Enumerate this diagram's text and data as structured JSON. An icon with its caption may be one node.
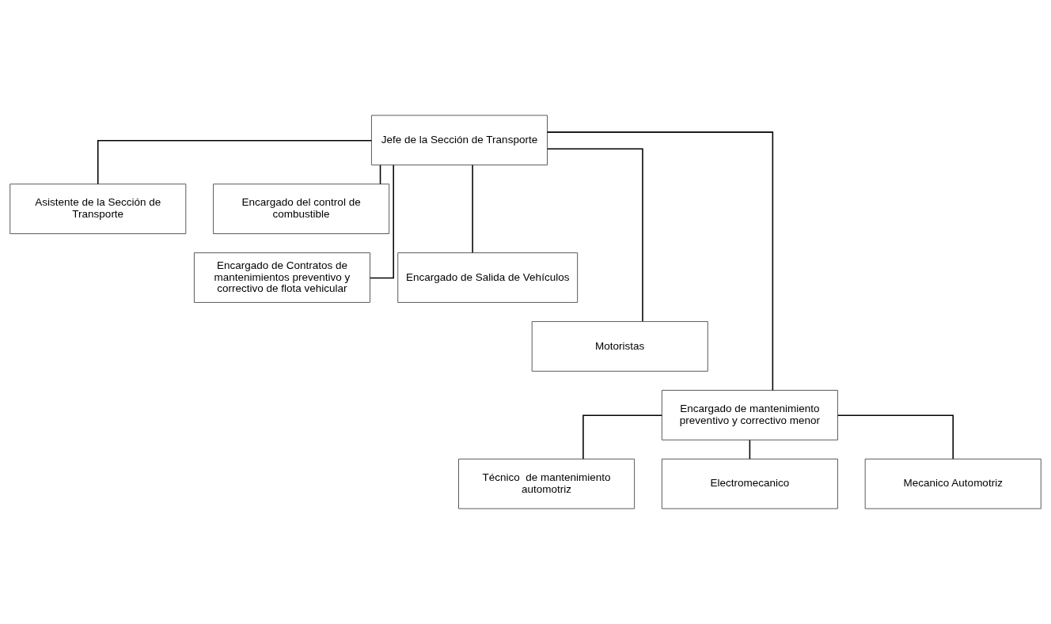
{
  "diagram": {
    "nodes": [
      {
        "text": [
          "Jefe de la Sección de Transporte"
        ]
      },
      {
        "text": [
          "Asistente de la Sección de Transporte"
        ]
      },
      {
        "text": [
          "Encargado del control de combustible"
        ]
      },
      {
        "text": [
          "Encargado de Contratos de mantenimientos preventivo y correctivo de flota vehicular"
        ]
      },
      {
        "text": [
          "Encargado de Salida de Vehículos"
        ]
      },
      {
        "text": [
          "Motoristas"
        ]
      },
      {
        "text": [
          "Encargado de mantenimiento preventivo y correctivo menor"
        ]
      },
      {
        "text": [
          "Técnico  de mantenimiento automotriz"
        ]
      },
      {
        "text": [
          "Electromecanico"
        ]
      },
      {
        "text": [
          "Mecanico Automotriz"
        ]
      }
    ],
    "edges": [
      {
        "from": 0,
        "to": 1,
        "arrow": "none"
      },
      {
        "from": 0,
        "to": 2,
        "arrow": "none"
      },
      {
        "from": 0,
        "to": 3,
        "arrow": "none"
      },
      {
        "from": 0,
        "to": 4,
        "arrow": "none"
      },
      {
        "from": 0,
        "to": 5,
        "arrow": "none"
      },
      {
        "from": 0,
        "to": 6,
        "arrow": "none"
      },
      {
        "from": 6,
        "to": 7,
        "arrow": "none"
      },
      {
        "from": 6,
        "to": 8,
        "arrow": "none"
      },
      {
        "from": 6,
        "to": 9,
        "arrow": "none"
      }
    ]
  }
}
